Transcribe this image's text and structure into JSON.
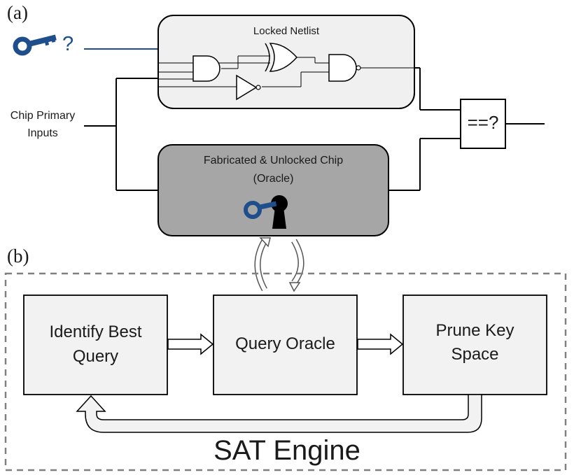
{
  "panel_a": {
    "label": "(a)",
    "key_query": "?",
    "locked_netlist": "Locked Netlist",
    "inputs_line1": "Chip Primary",
    "inputs_line2": "Inputs",
    "oracle_line1": "Fabricated & Unlocked Chip",
    "oracle_line2": "(Oracle)",
    "comparator": "==?"
  },
  "panel_b": {
    "label": "(b)",
    "identify_line1": "Identify Best",
    "identify_line2": "Query",
    "query_oracle": "Query Oracle",
    "prune_line1": "Prune Key",
    "prune_line2": "Space",
    "engine": "SAT Engine"
  },
  "colors": {
    "key_blue": "#1f4e8c",
    "netlist_fill": "#f0f0f0",
    "oracle_fill": "#a6a6a6",
    "box_fill": "#f2f2f2",
    "dash_border": "#808080"
  }
}
